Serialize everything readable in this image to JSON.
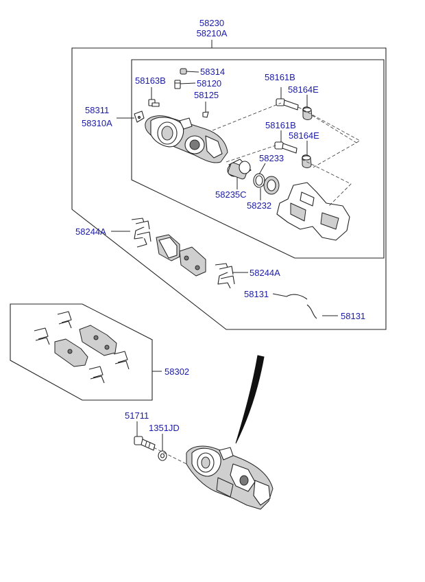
{
  "labels": {
    "l58230": "58230",
    "l58210A": "58210A",
    "l58314": "58314",
    "l58163B": "58163B",
    "l58120": "58120",
    "l58125": "58125",
    "l58311": "58311",
    "l58310A": "58310A",
    "l58161B_a": "58161B",
    "l58164E_a": "58164E",
    "l58161B_b": "58161B",
    "l58164E_b": "58164E",
    "l58233": "58233",
    "l58235C": "58235C",
    "l58232": "58232",
    "l58244A_a": "58244A",
    "l58244A_b": "58244A",
    "l58131_a": "58131",
    "l58131_b": "58131",
    "l58302": "58302",
    "l51711": "51711",
    "l1351JD": "1351JD"
  },
  "colors": {
    "label": "#1a1aa8",
    "line": "#222222",
    "background": "#ffffff"
  }
}
